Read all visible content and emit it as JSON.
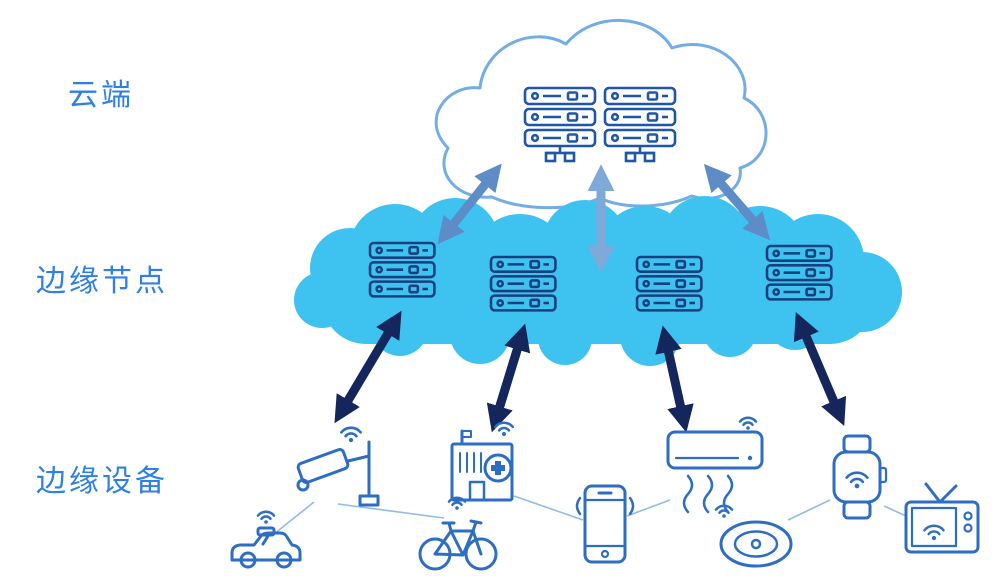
{
  "labels": {
    "cloud": "云端",
    "edge_node": "边缘节点",
    "edge_device": "边缘设备"
  },
  "colors": {
    "label_text": "#2F80E4",
    "cloud_outline": "#74ADE3",
    "cloud_server": "#1E56A8",
    "edge_cloud_fill": "#3EC3F0",
    "edge_server": "#17407F",
    "cloud_edge_arrow": "#5E8CC6",
    "cloud_edge_arrow_light": "#7FA9D9",
    "edge_device_arrow": "#14265C",
    "device_icon": "#2E6EC2",
    "mesh_line": "#8FBCE8",
    "background": "#FFFFFF"
  },
  "structure": {
    "cloud_server_stacks": 2,
    "servers_per_stack": 3,
    "edge_node_racks": 4,
    "cloud_edge_links": 3,
    "edge_device_links": 4
  },
  "devices": [
    {
      "name": "security-camera"
    },
    {
      "name": "police-car"
    },
    {
      "name": "hospital"
    },
    {
      "name": "bicycle"
    },
    {
      "name": "smartphone"
    },
    {
      "name": "air-conditioner"
    },
    {
      "name": "robot-vacuum"
    },
    {
      "name": "smartwatch"
    },
    {
      "name": "television"
    }
  ]
}
